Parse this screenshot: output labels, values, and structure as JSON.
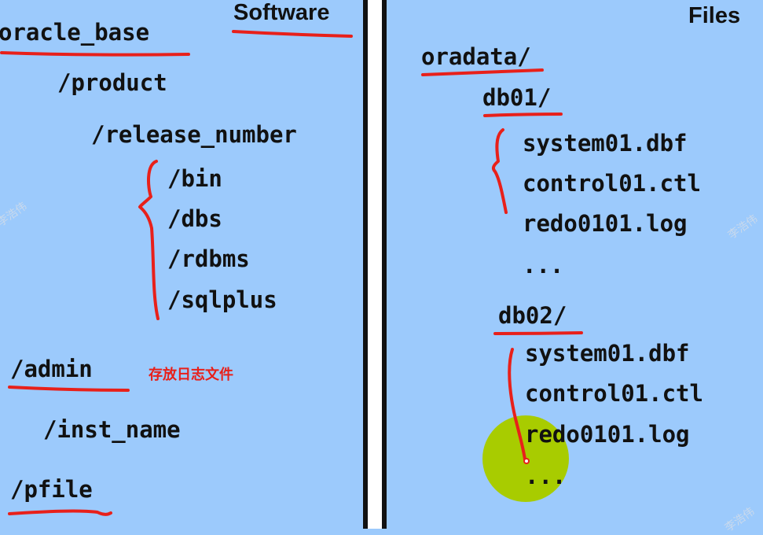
{
  "software": {
    "title": "Software",
    "oracle_base": "oracle_base",
    "product": "/product",
    "release_number": "/release_number",
    "dirs": [
      "/bin",
      "/dbs",
      "/rdbms",
      "/sqlplus"
    ],
    "admin": "/admin",
    "admin_note": "存放日志文件",
    "inst_name": "/inst_name",
    "pfile": "/pfile"
  },
  "files": {
    "title": "Files",
    "oradata": "oradata/",
    "db01": {
      "label": "db01/",
      "items": [
        "system01.dbf",
        "control01.ctl",
        "redo0101.log",
        "..."
      ]
    },
    "db02": {
      "label": "db02/",
      "items": [
        "system01.dbf",
        "control01.ctl",
        "redo0101.log",
        "..."
      ]
    }
  },
  "watermark": "李浩伟",
  "colors": {
    "background": "#9ccafc",
    "annotation": "#e8201a",
    "cursor": "#a8cc00"
  }
}
